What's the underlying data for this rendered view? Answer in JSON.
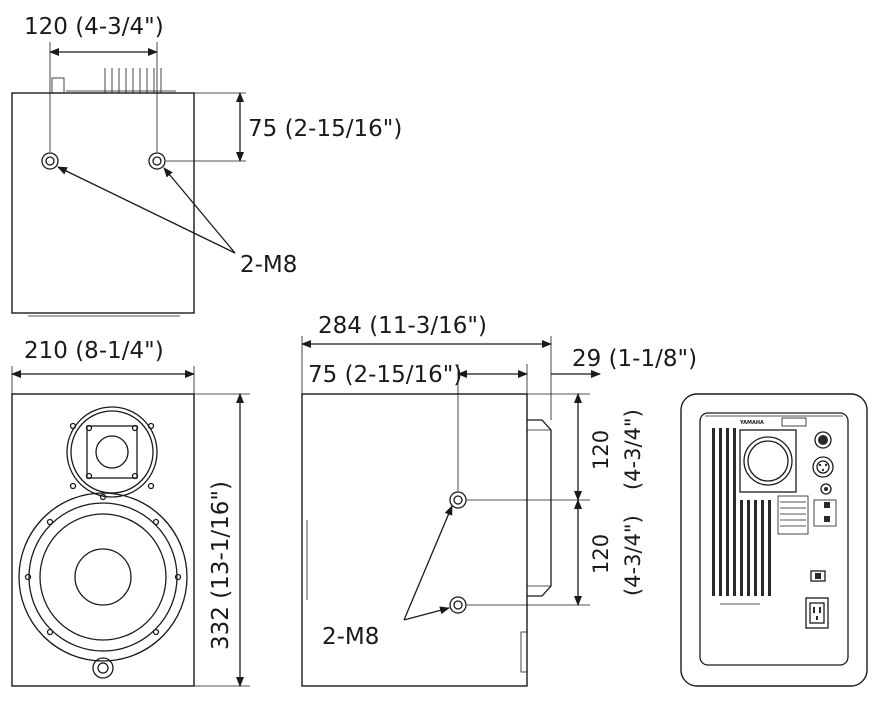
{
  "top_view": {
    "width_label": "120 (4-3/4\")",
    "depth_label": "75 (2-15/16\")",
    "hole_label": "2-M8"
  },
  "front_view": {
    "width_label": "210 (8-1/4\")",
    "height_label": "332 (13-1/16\")"
  },
  "side_view": {
    "depth_label": "284 (11-3/16\")",
    "hole_offset_label": "75 (2-15/16\")",
    "rear_label": "29 (1-1/8\")",
    "upper_spacing_mm": "120",
    "upper_spacing_in": "(4-3/4\")",
    "lower_spacing_mm": "120",
    "lower_spacing_in": "(4-3/4\")",
    "hole_label": "2-M8"
  },
  "rear_view": {
    "brand": "YAMAHA"
  },
  "colors": {
    "line": "#1a1a1a",
    "background": "#ffffff"
  }
}
